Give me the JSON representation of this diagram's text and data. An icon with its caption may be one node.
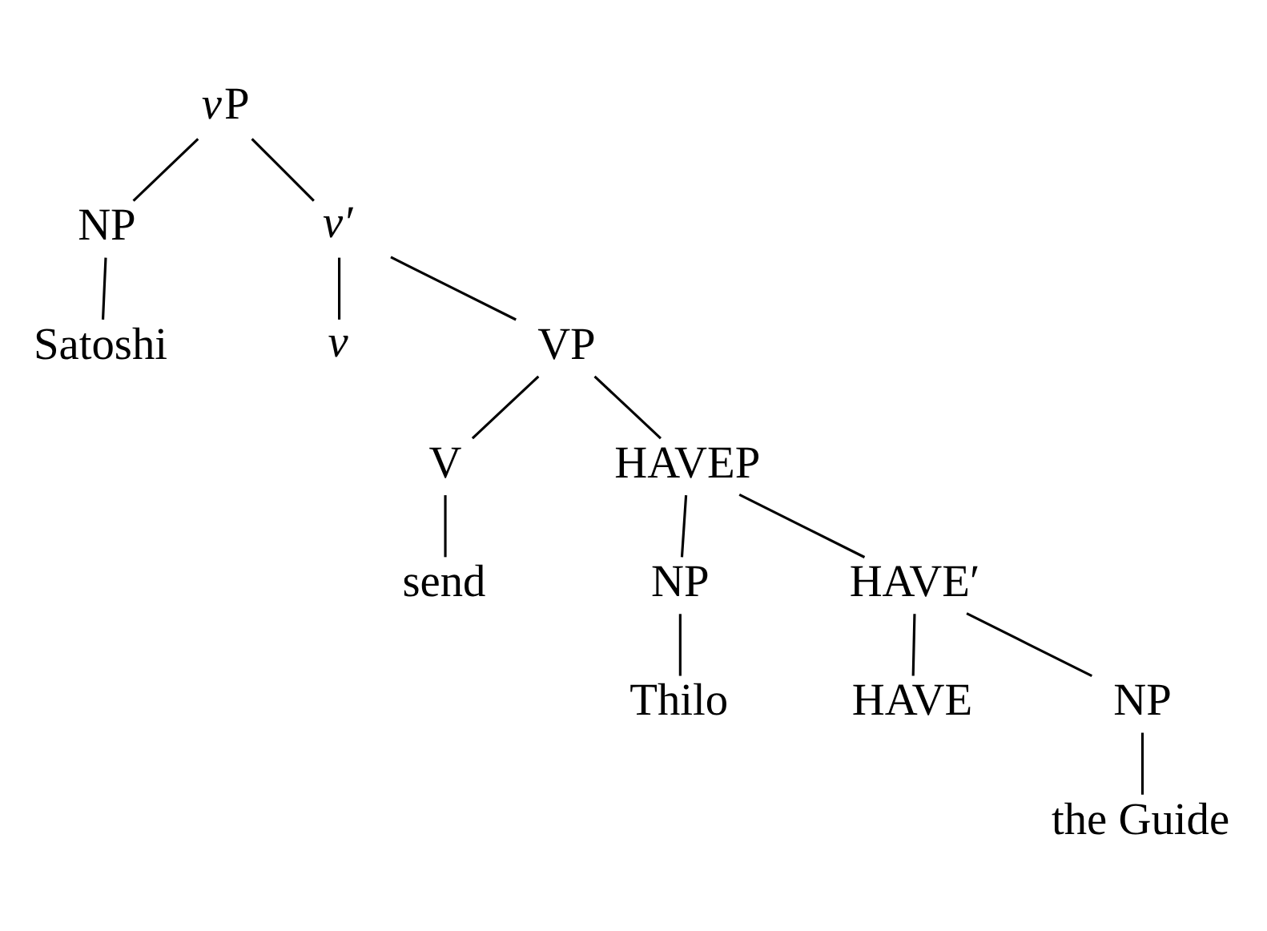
{
  "diagram": {
    "nodes": [
      {
        "text": [
          "vP"
        ]
      },
      {
        "text": [
          "NP"
        ]
      },
      {
        "text": [
          "v′"
        ]
      },
      {
        "text": [
          "Satoshi"
        ]
      },
      {
        "text": [
          "v"
        ]
      },
      {
        "text": [
          "VP"
        ]
      },
      {
        "text": [
          "V"
        ]
      },
      {
        "text": [
          "HAVEP"
        ]
      },
      {
        "text": [
          "send"
        ]
      },
      {
        "text": [
          "NP"
        ]
      },
      {
        "text": [
          "HAVE′"
        ]
      },
      {
        "text": [
          "Thilo"
        ]
      },
      {
        "text": [
          "HAVE"
        ]
      },
      {
        "text": [
          "NP"
        ]
      },
      {
        "text": [
          "the Guide"
        ]
      }
    ],
    "edges": [
      {
        "from": 0,
        "to": 1,
        "arrow": "none"
      },
      {
        "from": 0,
        "to": 2,
        "arrow": "none"
      },
      {
        "from": 1,
        "to": 3,
        "arrow": "none"
      },
      {
        "from": 2,
        "to": 4,
        "arrow": "none"
      },
      {
        "from": 2,
        "to": 5,
        "arrow": "none"
      },
      {
        "from": 5,
        "to": 6,
        "arrow": "none"
      },
      {
        "from": 5,
        "to": 7,
        "arrow": "none"
      },
      {
        "from": 6,
        "to": 8,
        "arrow": "none"
      },
      {
        "from": 7,
        "to": 9,
        "arrow": "none"
      },
      {
        "from": 7,
        "to": 10,
        "arrow": "none"
      },
      {
        "from": 9,
        "to": 11,
        "arrow": "none"
      },
      {
        "from": 10,
        "to": 12,
        "arrow": "none"
      },
      {
        "from": 10,
        "to": 13,
        "arrow": "none"
      },
      {
        "from": 13,
        "to": 14,
        "arrow": "none"
      }
    ]
  }
}
